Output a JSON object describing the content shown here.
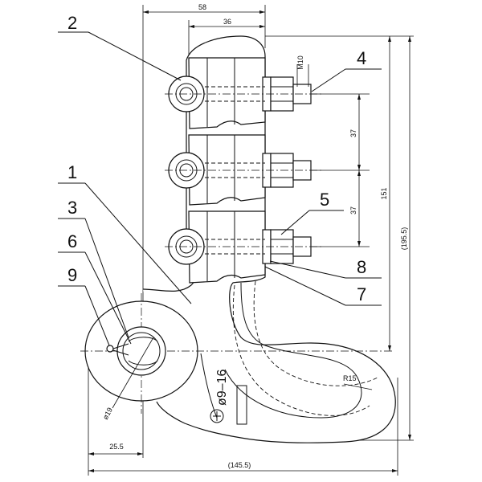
{
  "dimensions": {
    "width_total": "58",
    "width_inner": "36",
    "bolt_thread": "M10",
    "pitch_1": "37",
    "pitch_2": "37",
    "height_151": "151",
    "height_total": "(195.5)",
    "offset_left": "25.5",
    "length_total": "(145.5)",
    "hole_dia": "ø19",
    "hook_radius": "R15"
  },
  "callouts": {
    "c1": "1",
    "c2": "2",
    "c3": "3",
    "c4": "4",
    "c5": "5",
    "c6": "6",
    "c7": "7",
    "c8": "8",
    "c9": "9"
  },
  "marking": {
    "size_range": "ø9–16"
  }
}
